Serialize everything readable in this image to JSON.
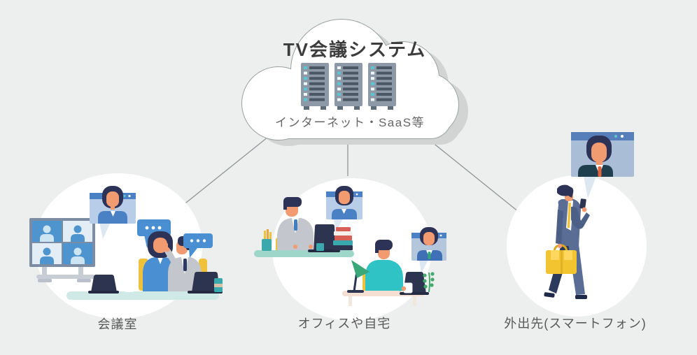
{
  "cloud": {
    "title": "TV会議システム",
    "subtitle": "インターネット・SaaS等",
    "server_count": 3
  },
  "scenes": [
    {
      "id": "meeting-room",
      "label": "会議室"
    },
    {
      "id": "office-or-home",
      "label": "オフィスや自宅"
    },
    {
      "id": "on-the-go",
      "label": "外出先(スマートフォン)"
    }
  ],
  "palette": {
    "background": "#edeeee",
    "cloud_fill": "#ffffff",
    "cloud_outline": "#9aa1a1",
    "cloud_shadow": "#d2d4d4",
    "connector_line": "#8f9496",
    "title_text": "#3c3c3c",
    "subtitle_text": "#666666",
    "label_text": "#585858",
    "accent_blue": "#4a80c4",
    "bubble_blue": "#4a8fd1",
    "window_body_blue": "#b7cde8",
    "dark_navy": "#2d3450",
    "hair_navy": "#2d3357",
    "skin_orange": "#f29a70",
    "suit_gray": "#c3c6cc",
    "suit_blue_gray": "#5a6d94",
    "sleeve_dark": "#4c5f86",
    "leg_dark": "#2c3a5c",
    "shoe_navy": "#1f2a4a",
    "suit_dark_teal": "#1f3e4e",
    "teal": "#3aa9ae",
    "turquoise": "#2fc3c5",
    "mint_desk": "#9ed7ca",
    "peach_desk": "#f4dfd2",
    "table_teal": "#cfe9e6",
    "chair_yellow": "#f0c23c",
    "briefcase_yellow": "#f2c430",
    "server_gray": "#8d99a6",
    "monitor_frame": "#7c8ca2",
    "tv_cell_blue": "#4e94cf",
    "tv_cell_light": "#e3edf5",
    "tail_fill": "#dde7f2",
    "stand_gray": "#c7cdd5",
    "tie_red": "#e0643c",
    "tie_teal": "#2fa87c",
    "plant_green": "#44a96d",
    "lamp_green": "#3aa878",
    "book_red": "#d96057"
  }
}
